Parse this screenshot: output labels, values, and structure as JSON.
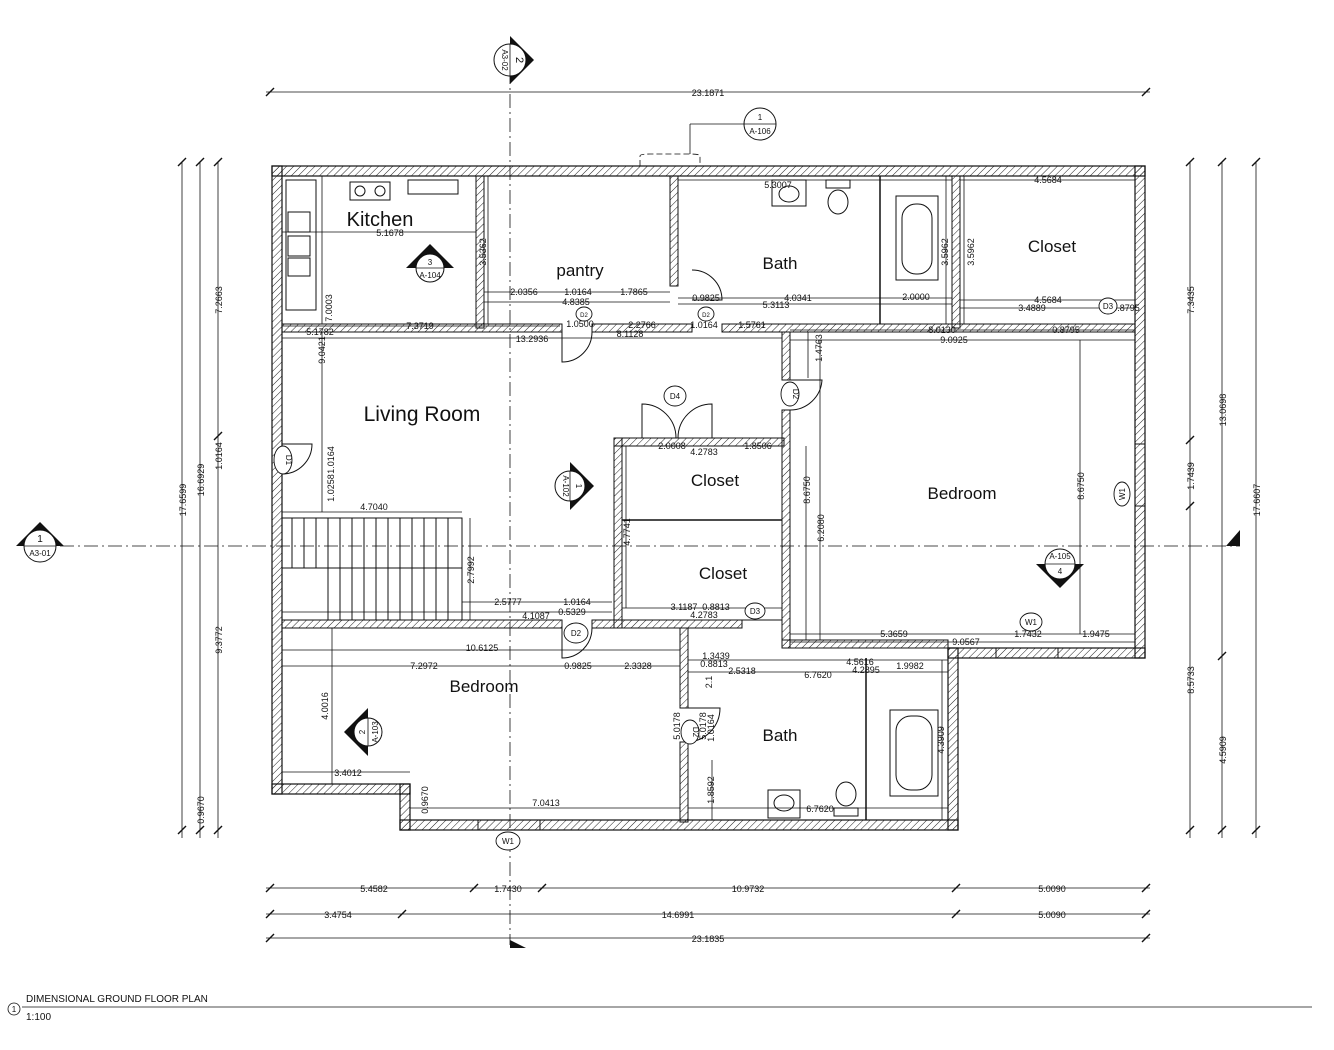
{
  "rooms": {
    "kitchen": "Kitchen",
    "pantry": "pantry",
    "bath_top": "Bath",
    "closet_top": "Closet",
    "living": "Living Room",
    "closet_mid1": "Closet",
    "closet_mid2": "Closet",
    "bedroom_right": "Bedroom",
    "bedroom_bottom": "Bedroom",
    "bath_bottom": "Bath"
  },
  "overall_dims": {
    "top": "23.1871",
    "bottom_row1": [
      "5.4582",
      "1.7430",
      "10.9732",
      "5.0090"
    ],
    "bottom_row2": [
      "3.4754",
      "14.6991",
      "5.0090"
    ],
    "bottom_total": "23.1835",
    "left": [
      "17.6599",
      "16.6929",
      "1.0164",
      "7.2663",
      "9.3772",
      "0.9670"
    ],
    "right": [
      "7.3435",
      "1.7439",
      "13.0698",
      "17.6607",
      "8.5733",
      "4.5909"
    ]
  },
  "interior_dims": {
    "kitchen": [
      "5.1678",
      "3.5362",
      "7.0003",
      "5.1782",
      "7.3719",
      "13.2936",
      "9.0421"
    ],
    "pantry": [
      "2.0356",
      "1.0164",
      "1.7865",
      "4.8385",
      "1.0500",
      "2.2766",
      "8.1128"
    ],
    "bath_top": [
      "5.3007",
      "0.9825",
      "4.0341",
      "2.0000",
      "5.3113",
      "1.0164",
      "1.5761",
      "3.5962"
    ],
    "closet_top": [
      "4.5684",
      "3.5962",
      "4.5684",
      "3.4889",
      "0.8795",
      "8.0130",
      "0.8795",
      "9.0925"
    ],
    "living": [
      "4.7040",
      "1.0258",
      "1.0164",
      "2.7992",
      "2.5777",
      "4.1087",
      "1.0164",
      "0.5329"
    ],
    "closets_mid": [
      "2.0008",
      "4.2783",
      "1.8506",
      "4.7741",
      "3.1187",
      "0.8813",
      "4.2783"
    ],
    "bedroom_right": [
      "1.4763",
      "8.6750",
      "6.2080",
      "8.6750",
      "5.3659",
      "9.0567",
      "1.7432",
      "1.9475"
    ],
    "bedroom_bottom": [
      "10.6125",
      "7.2972",
      "0.9825",
      "2.3328",
      "4.0016",
      "3.4012",
      "7.0413",
      "0.9670"
    ],
    "bath_bottom": [
      "1.3439",
      "0.8813",
      "2.5318",
      "6.7620",
      "4.5616",
      "1.9982",
      "4.2895",
      "5.0178",
      "5.0178",
      "1.0164",
      "4.3909",
      "1.8592",
      "6.7620",
      "2.1"
    ]
  },
  "doors": {
    "d1": "D1",
    "d2": "D2",
    "d3": "D3",
    "d4": "D4",
    "w1": "W1"
  },
  "markers": {
    "sec_left": {
      "num": "1",
      "sheet": "A3-01"
    },
    "sec_top": {
      "num": "2",
      "sheet": "A3-02"
    },
    "callout_top": {
      "num": "1",
      "sheet": "A-106"
    },
    "elev_kitchen": {
      "num": "3",
      "sheet": "A-104"
    },
    "elev_living": {
      "num": "1",
      "sheet": "A-102"
    },
    "elev_bedroom": {
      "num": "4",
      "sheet": "A-105"
    },
    "elev_bottom": {
      "num": "2",
      "sheet": "A-103"
    }
  },
  "drawing_title": {
    "num": "1",
    "title": "DIMENSIONAL GROUND FLOOR PLAN",
    "scale": "1:100"
  }
}
